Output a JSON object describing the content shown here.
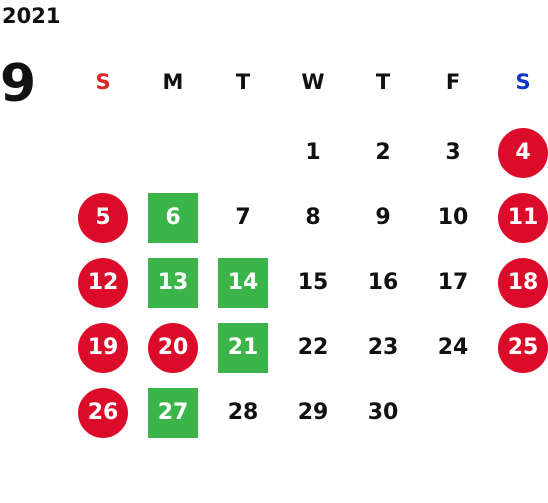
{
  "calendar": {
    "year": "2021",
    "month": "9",
    "weekday_headers": [
      {
        "label": "S",
        "color": "#e02323"
      },
      {
        "label": "M",
        "color": "#111111"
      },
      {
        "label": "T",
        "color": "#111111"
      },
      {
        "label": "W",
        "color": "#111111"
      },
      {
        "label": "T",
        "color": "#111111"
      },
      {
        "label": "F",
        "color": "#111111"
      },
      {
        "label": "S",
        "color": "#1034c9"
      }
    ],
    "first_weekday_index": 3,
    "days": [
      {
        "day": "1",
        "style": "plain"
      },
      {
        "day": "2",
        "style": "plain"
      },
      {
        "day": "3",
        "style": "plain"
      },
      {
        "day": "4",
        "style": "red-circle"
      },
      {
        "day": "5",
        "style": "red-circle"
      },
      {
        "day": "6",
        "style": "green-square"
      },
      {
        "day": "7",
        "style": "plain"
      },
      {
        "day": "8",
        "style": "plain"
      },
      {
        "day": "9",
        "style": "plain"
      },
      {
        "day": "10",
        "style": "plain"
      },
      {
        "day": "11",
        "style": "red-circle"
      },
      {
        "day": "12",
        "style": "red-circle"
      },
      {
        "day": "13",
        "style": "green-square"
      },
      {
        "day": "14",
        "style": "green-square"
      },
      {
        "day": "15",
        "style": "plain"
      },
      {
        "day": "16",
        "style": "plain"
      },
      {
        "day": "17",
        "style": "plain"
      },
      {
        "day": "18",
        "style": "red-circle"
      },
      {
        "day": "19",
        "style": "red-circle"
      },
      {
        "day": "20",
        "style": "red-circle"
      },
      {
        "day": "21",
        "style": "green-square"
      },
      {
        "day": "22",
        "style": "plain"
      },
      {
        "day": "23",
        "style": "plain"
      },
      {
        "day": "24",
        "style": "plain"
      },
      {
        "day": "25",
        "style": "red-circle"
      },
      {
        "day": "26",
        "style": "red-circle"
      },
      {
        "day": "27",
        "style": "green-square"
      },
      {
        "day": "28",
        "style": "plain"
      },
      {
        "day": "29",
        "style": "plain"
      },
      {
        "day": "30",
        "style": "plain"
      }
    ],
    "colors": {
      "holiday_circle": "#dc0b2a",
      "highlight_square": "#3bb54a",
      "text": "#111111"
    }
  }
}
